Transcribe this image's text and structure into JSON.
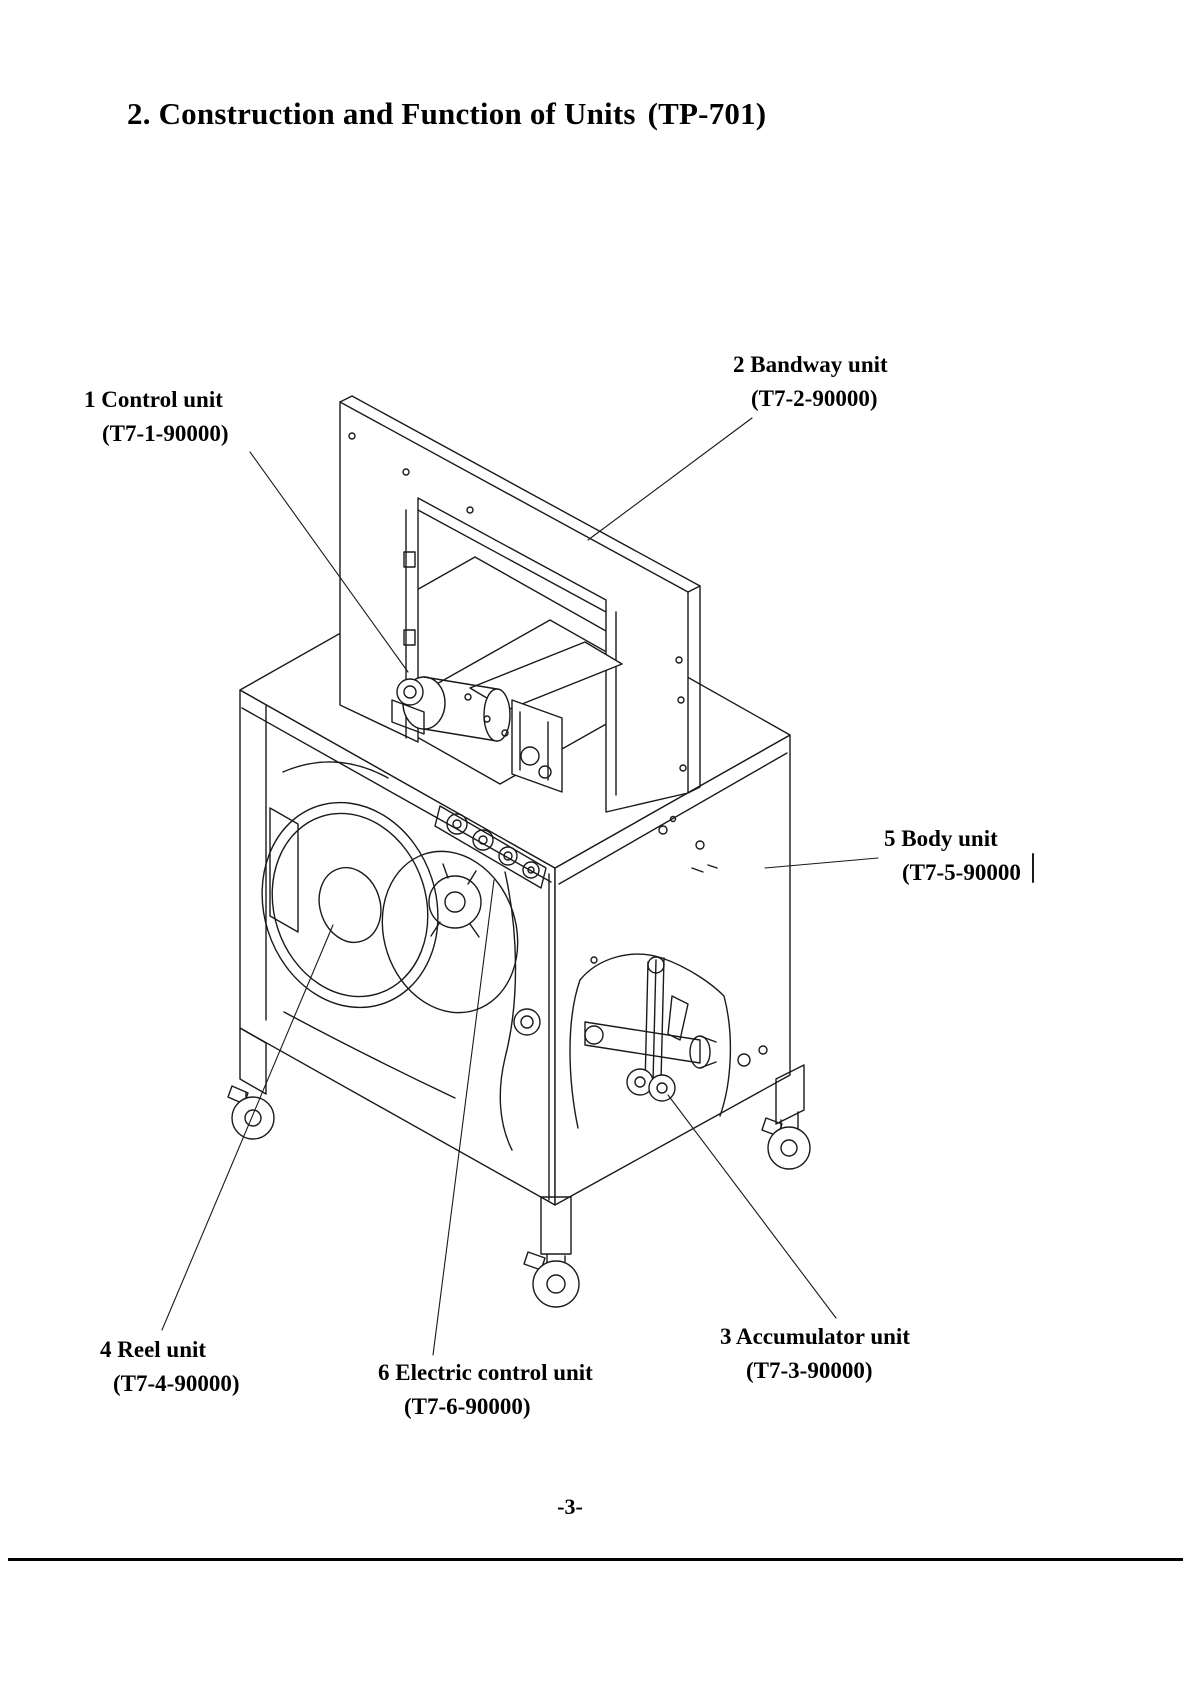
{
  "page": {
    "title_main": "2. Construction and Function of Units",
    "title_model": "(TP-701)",
    "page_number": "-3-"
  },
  "labels": {
    "control": {
      "line1": "1 Control unit",
      "line2": "(T7-1-90000)"
    },
    "bandway": {
      "line1": "2 Bandway unit",
      "line2": "(T7-2-90000)"
    },
    "accumulator": {
      "line1": "3 Accumulator unit",
      "line2": "(T7-3-90000)"
    },
    "reel": {
      "line1": "4 Reel unit",
      "line2": "(T7-4-90000)"
    },
    "body": {
      "line1": "5 Body unit",
      "line2": "(T7-5-90000"
    },
    "electric": {
      "line1": "6 Electric control unit",
      "line2": "(T7-6-90000)"
    }
  },
  "diagram": {
    "ink_color": "#1a1a1a",
    "subject": "TP-701 strapping machine isometric line drawing"
  }
}
